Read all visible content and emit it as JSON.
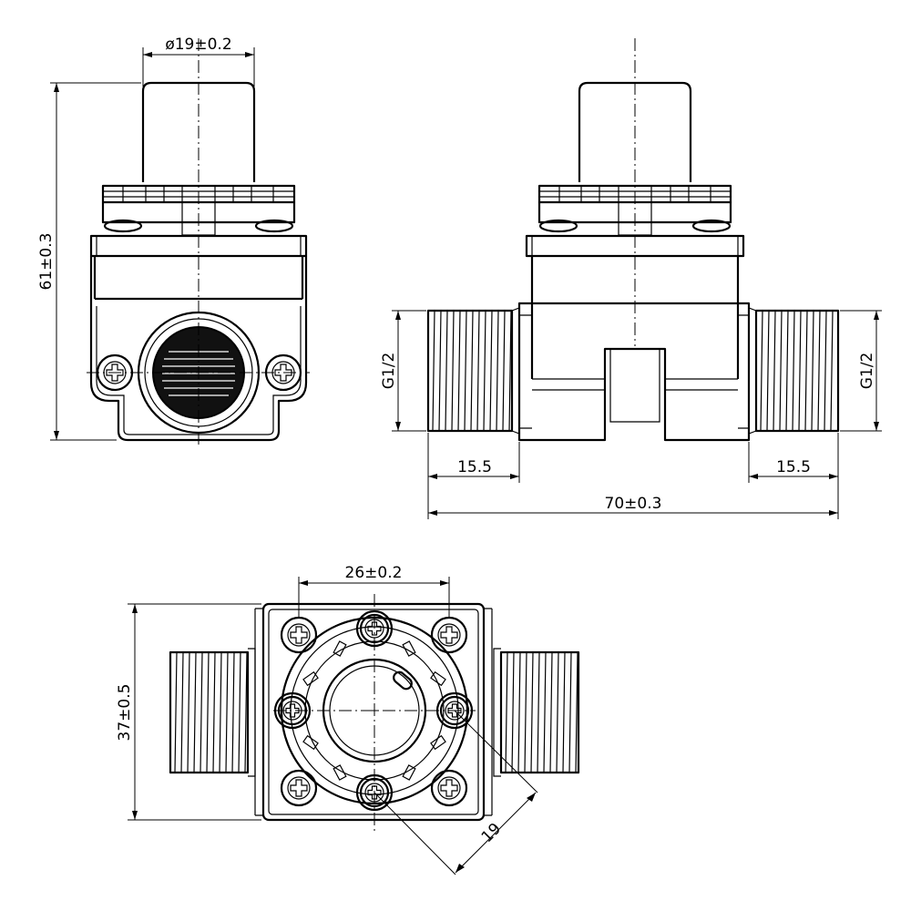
{
  "dimensions": {
    "pipe_diameter": "ø19±0.2",
    "total_height": "61±0.3",
    "thread_left": "G1/2",
    "thread_right": "G1/2",
    "thread_length_left": "15.5",
    "thread_length_right": "15.5",
    "total_length": "70±0.3",
    "mount_spacing": "26±0.2",
    "body_height": "37±0.5",
    "flange_diagonal": "19"
  },
  "colors": {
    "line": "#000000",
    "background": "#ffffff"
  }
}
